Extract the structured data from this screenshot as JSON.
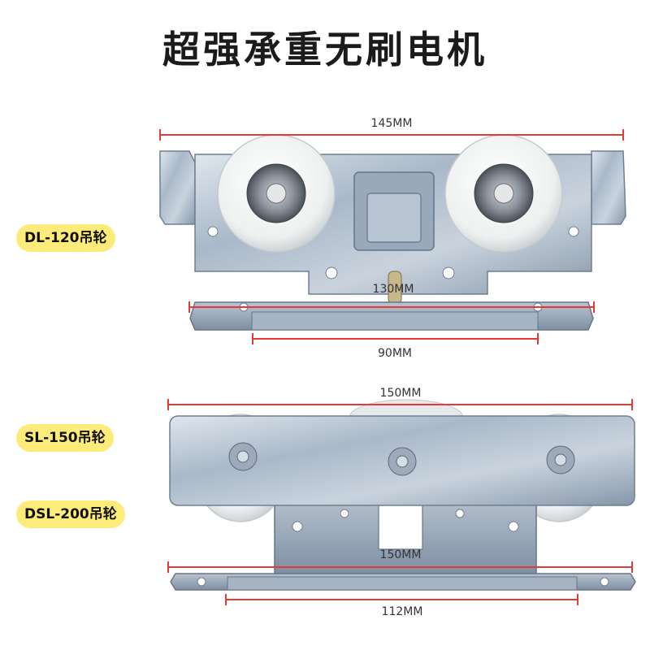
{
  "title": "超强承重无刷电机",
  "labels": [
    {
      "text": "DL-120吊轮"
    },
    {
      "text": "SL-150吊轮"
    },
    {
      "text": "DSL-200吊轮"
    }
  ],
  "dimensions": [
    "145MM",
    "130MM",
    "90MM",
    "150MM",
    "150MM",
    "112MM"
  ]
}
